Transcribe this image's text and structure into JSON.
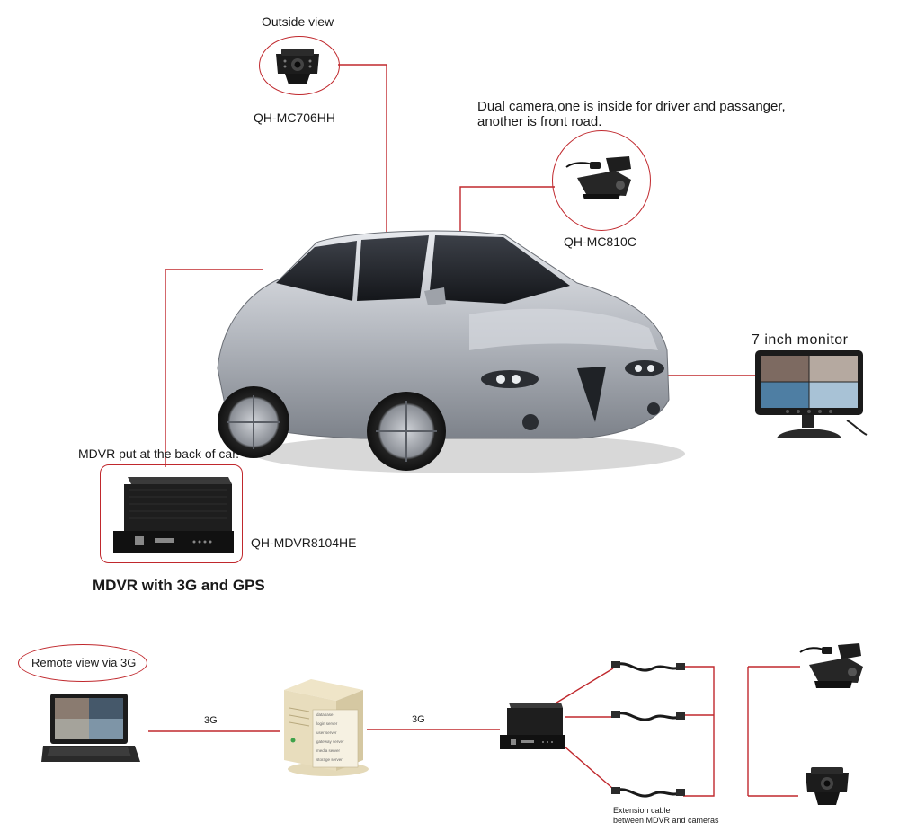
{
  "labels": {
    "outside_view": "Outside view",
    "cam_outside_model": "QH-MC706HH",
    "dual_camera_line1": "Dual camera,one is inside for driver and passanger,",
    "dual_camera_line2": "another is front road.",
    "cam_dual_model": "QH-MC810C",
    "monitor_title": "7 inch monitor",
    "mdvr_location": "MDVR put at the back of car.",
    "mdvr_model": "QH-MDVR8104HE",
    "mdvr_headline": "MDVR with 3G and GPS",
    "remote_view": "Remote view via 3G",
    "link_laptop_server": "3G",
    "link_server_mdvr": "3G",
    "extension_line1": "Extension cable",
    "extension_line2": "between MDVR and cameras"
  },
  "server_panel": [
    "database",
    "login server",
    "user server",
    "gateway server",
    "media server",
    "storage server"
  ],
  "colors": {
    "connector": "#c0282d",
    "outline": "#c0282d"
  },
  "icons": {
    "car": "car-illustration",
    "outside_camera": "bullet-camera-icon",
    "dual_camera": "dual-camera-icon",
    "monitor": "monitor-icon",
    "mdvr": "mdvr-unit-icon",
    "laptop": "laptop-icon",
    "server": "server-icon",
    "cable": "cable-icon"
  }
}
